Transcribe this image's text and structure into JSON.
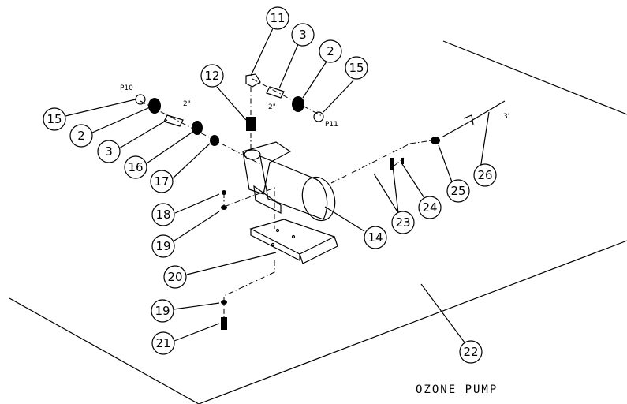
{
  "title": "OZONE PUMP",
  "callouts": [
    "11",
    "3",
    "2",
    "15",
    "12",
    "15",
    "2",
    "3",
    "16",
    "17",
    "18",
    "19",
    "20",
    "19",
    "21",
    "14",
    "23",
    "24",
    "25",
    "26",
    "22"
  ],
  "notes": {
    "p10": "P10",
    "p11": "P11",
    "size_2_left": "2\"",
    "size_2_top": "2\"",
    "size_3": "3'"
  }
}
